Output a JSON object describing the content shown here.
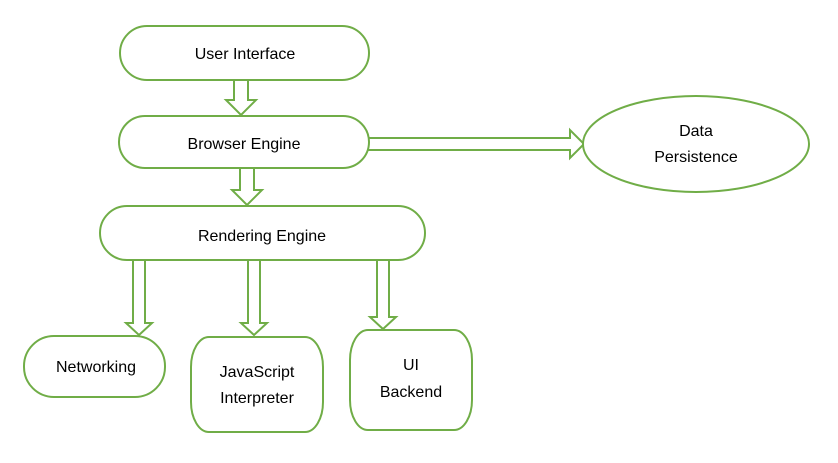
{
  "diagram": {
    "nodes": {
      "user_interface": {
        "label": "User Interface"
      },
      "browser_engine": {
        "label": "Browser Engine"
      },
      "data_persistence": {
        "label_line1": "Data",
        "label_line2": "Persistence"
      },
      "rendering_engine": {
        "label": "Rendering Engine"
      },
      "networking": {
        "label": "Networking"
      },
      "javascript_interpreter": {
        "label_line1": "JavaScript",
        "label_line2": "Interpreter"
      },
      "ui_backend": {
        "label_line1": "UI",
        "label_line2": "Backend"
      }
    },
    "colors": {
      "stroke": "#70ad47",
      "fill": "#ffffff",
      "text": "#000000"
    }
  }
}
